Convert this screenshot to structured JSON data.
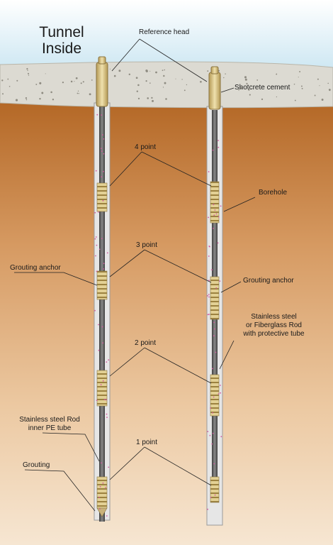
{
  "title_line1": "Tunnel",
  "title_line2": "Inside",
  "labels": {
    "reference_head": "Reference head",
    "shotcrete": "Shotcrete cement",
    "point4": "4 point",
    "borehole": "Borehole",
    "point3": "3 point",
    "grouting_anchor_left": "Grouting anchor",
    "grouting_anchor_right": "Grouting anchor",
    "stainless_fiberglass": "Stainless steel\nor Fiberglass Rod\nwith protective tube",
    "point2": "2 point",
    "stainless_pe": "Stainless steel Rod\ninner PE tube",
    "point1": "1 point",
    "grouting": "Grouting"
  },
  "colors": {
    "sky": "#cfe8f3",
    "shotcrete": "#dcdad2",
    "soil_top": "#b86a2a",
    "soil_bottom": "#f3dfc6",
    "borehole": "#e2e2e2",
    "rod": "#6a6a6a",
    "anchor": "#d8c48a"
  }
}
